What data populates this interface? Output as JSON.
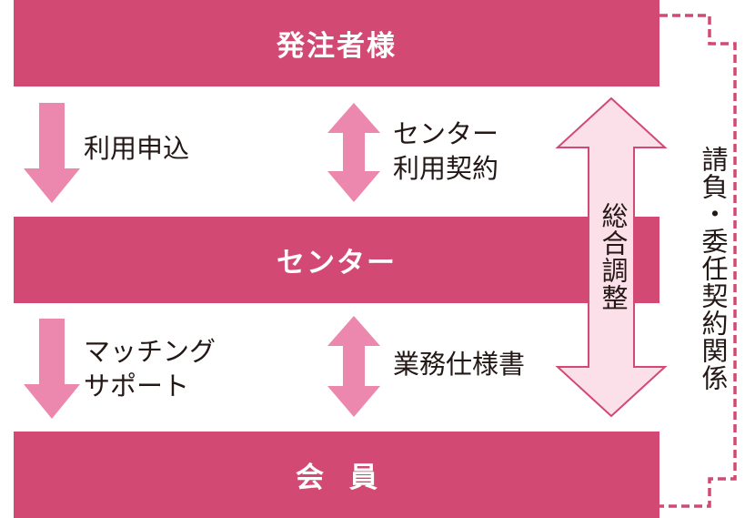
{
  "parties": {
    "orderer": "発注者様",
    "center": "センター",
    "member": "会員"
  },
  "relations": {
    "usage_application": "利用申込",
    "center_usage_contract": [
      "センター",
      "利用契約"
    ],
    "matching_support": [
      "マッチング",
      "サポート"
    ],
    "work_specification": "業務仕様書",
    "overall_coordination": "総合調整",
    "contract_relationship": "請負・委任契約関係"
  },
  "colors": {
    "band": "#d24a73",
    "arrow_pink": "#ec87ad",
    "arrow_outline": "#d24a73",
    "arrow_fill_light": "#fbe0ea",
    "dashed_line": "#d24a73"
  }
}
